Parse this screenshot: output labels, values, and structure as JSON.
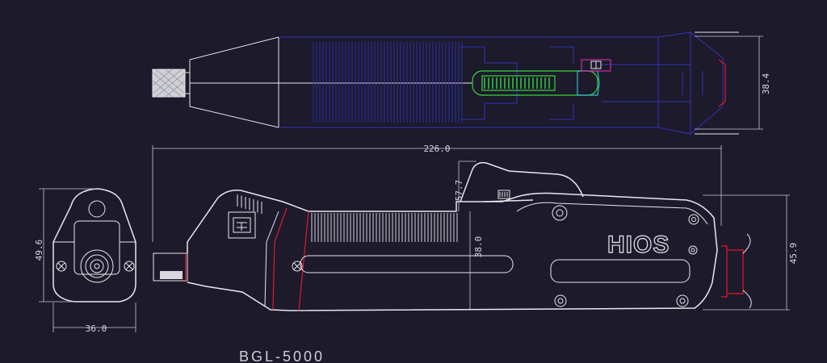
{
  "drawing": {
    "model_label": "BGL-5000",
    "brand_logo": "HIOS",
    "dimensions": {
      "total_length": "226.0",
      "top_view_height": "38.4",
      "side_total_height": "45.9",
      "lever_height": "57.7",
      "body_height": "38.0",
      "end_view_height": "49.6",
      "end_view_width": "36.0"
    },
    "colors": {
      "background": "#1c1a2b",
      "outline": "#e8e8ee",
      "hidden_lines": "#3434b8",
      "red_accent": "#e01a2a",
      "switch_green": "#36d83a",
      "switch_cyan": "#2fc2c2"
    }
  }
}
